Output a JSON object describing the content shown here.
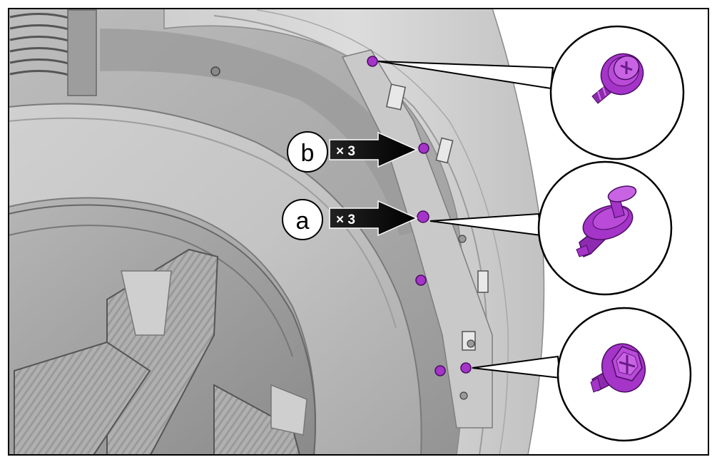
{
  "callouts": [
    {
      "letter": "b",
      "quantity": "× 3"
    },
    {
      "letter": "a",
      "quantity": "× 3"
    }
  ],
  "fasteners": [
    {
      "icon": "self-tapping-screw-icon"
    },
    {
      "icon": "push-pin-clip-icon"
    },
    {
      "icon": "hex-bolt-icon"
    }
  ],
  "colors": {
    "fastener": "#a534c8",
    "fastener_dark": "#6b1a8a",
    "fastener_light": "#d47ae8",
    "part_light": "#d4d4d4",
    "part_mid": "#b8b8b8",
    "part_dark": "#8c8c8c",
    "outline": "#000000"
  }
}
